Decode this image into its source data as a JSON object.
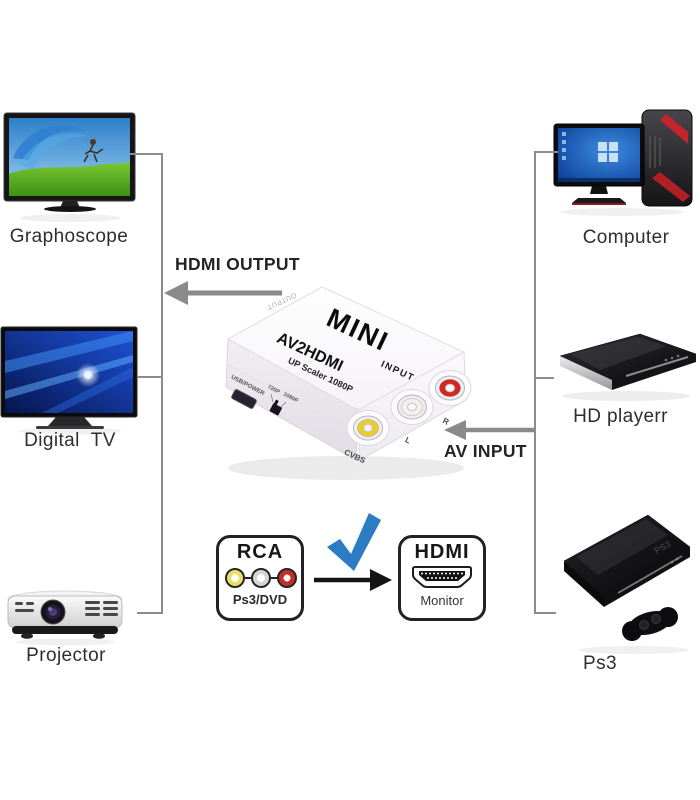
{
  "converter": {
    "brand": "MINI",
    "model": "AV2HDMI",
    "scaler_text": "UP Scaler 1080P",
    "input_label": "INPUT",
    "output_label": "OUTPUT",
    "usb_label": "USB/POWER",
    "switch_labels": [
      "720P",
      "1080P"
    ],
    "jacks": [
      {
        "name": "composite-video",
        "label": "CVBS",
        "color": "#e7ce2e"
      },
      {
        "name": "audio-left",
        "label": "L",
        "color": "#f3f0e9"
      },
      {
        "name": "audio-right",
        "label": "R",
        "color": "#d32721"
      }
    ]
  },
  "flow_labels": {
    "hdmi_output": "HDMI OUTPUT",
    "av_input": "AV INPUT"
  },
  "left_devices": [
    {
      "label": "Graphoscope"
    },
    {
      "label": "Digital  TV"
    },
    {
      "label": "Projector"
    }
  ],
  "right_devices": [
    {
      "label": "Computer"
    },
    {
      "label": "HD playerr"
    },
    {
      "label": "Ps3"
    }
  ],
  "legend": {
    "rca": {
      "title": "RCA",
      "subtitle": "Ps3/DVD",
      "dot_colors": [
        "#e9e06a",
        "#d5d5d1",
        "#c23028"
      ]
    },
    "hdmi": {
      "title": "HDMI",
      "subtitle": "Monitor"
    },
    "check_color": "#2b7cc2"
  },
  "colors": {
    "bracket": "#8c8c8c",
    "gray_arrow": "#8a8a8a",
    "black_arrow": "#141414",
    "label_text": "#2e2e2e"
  }
}
